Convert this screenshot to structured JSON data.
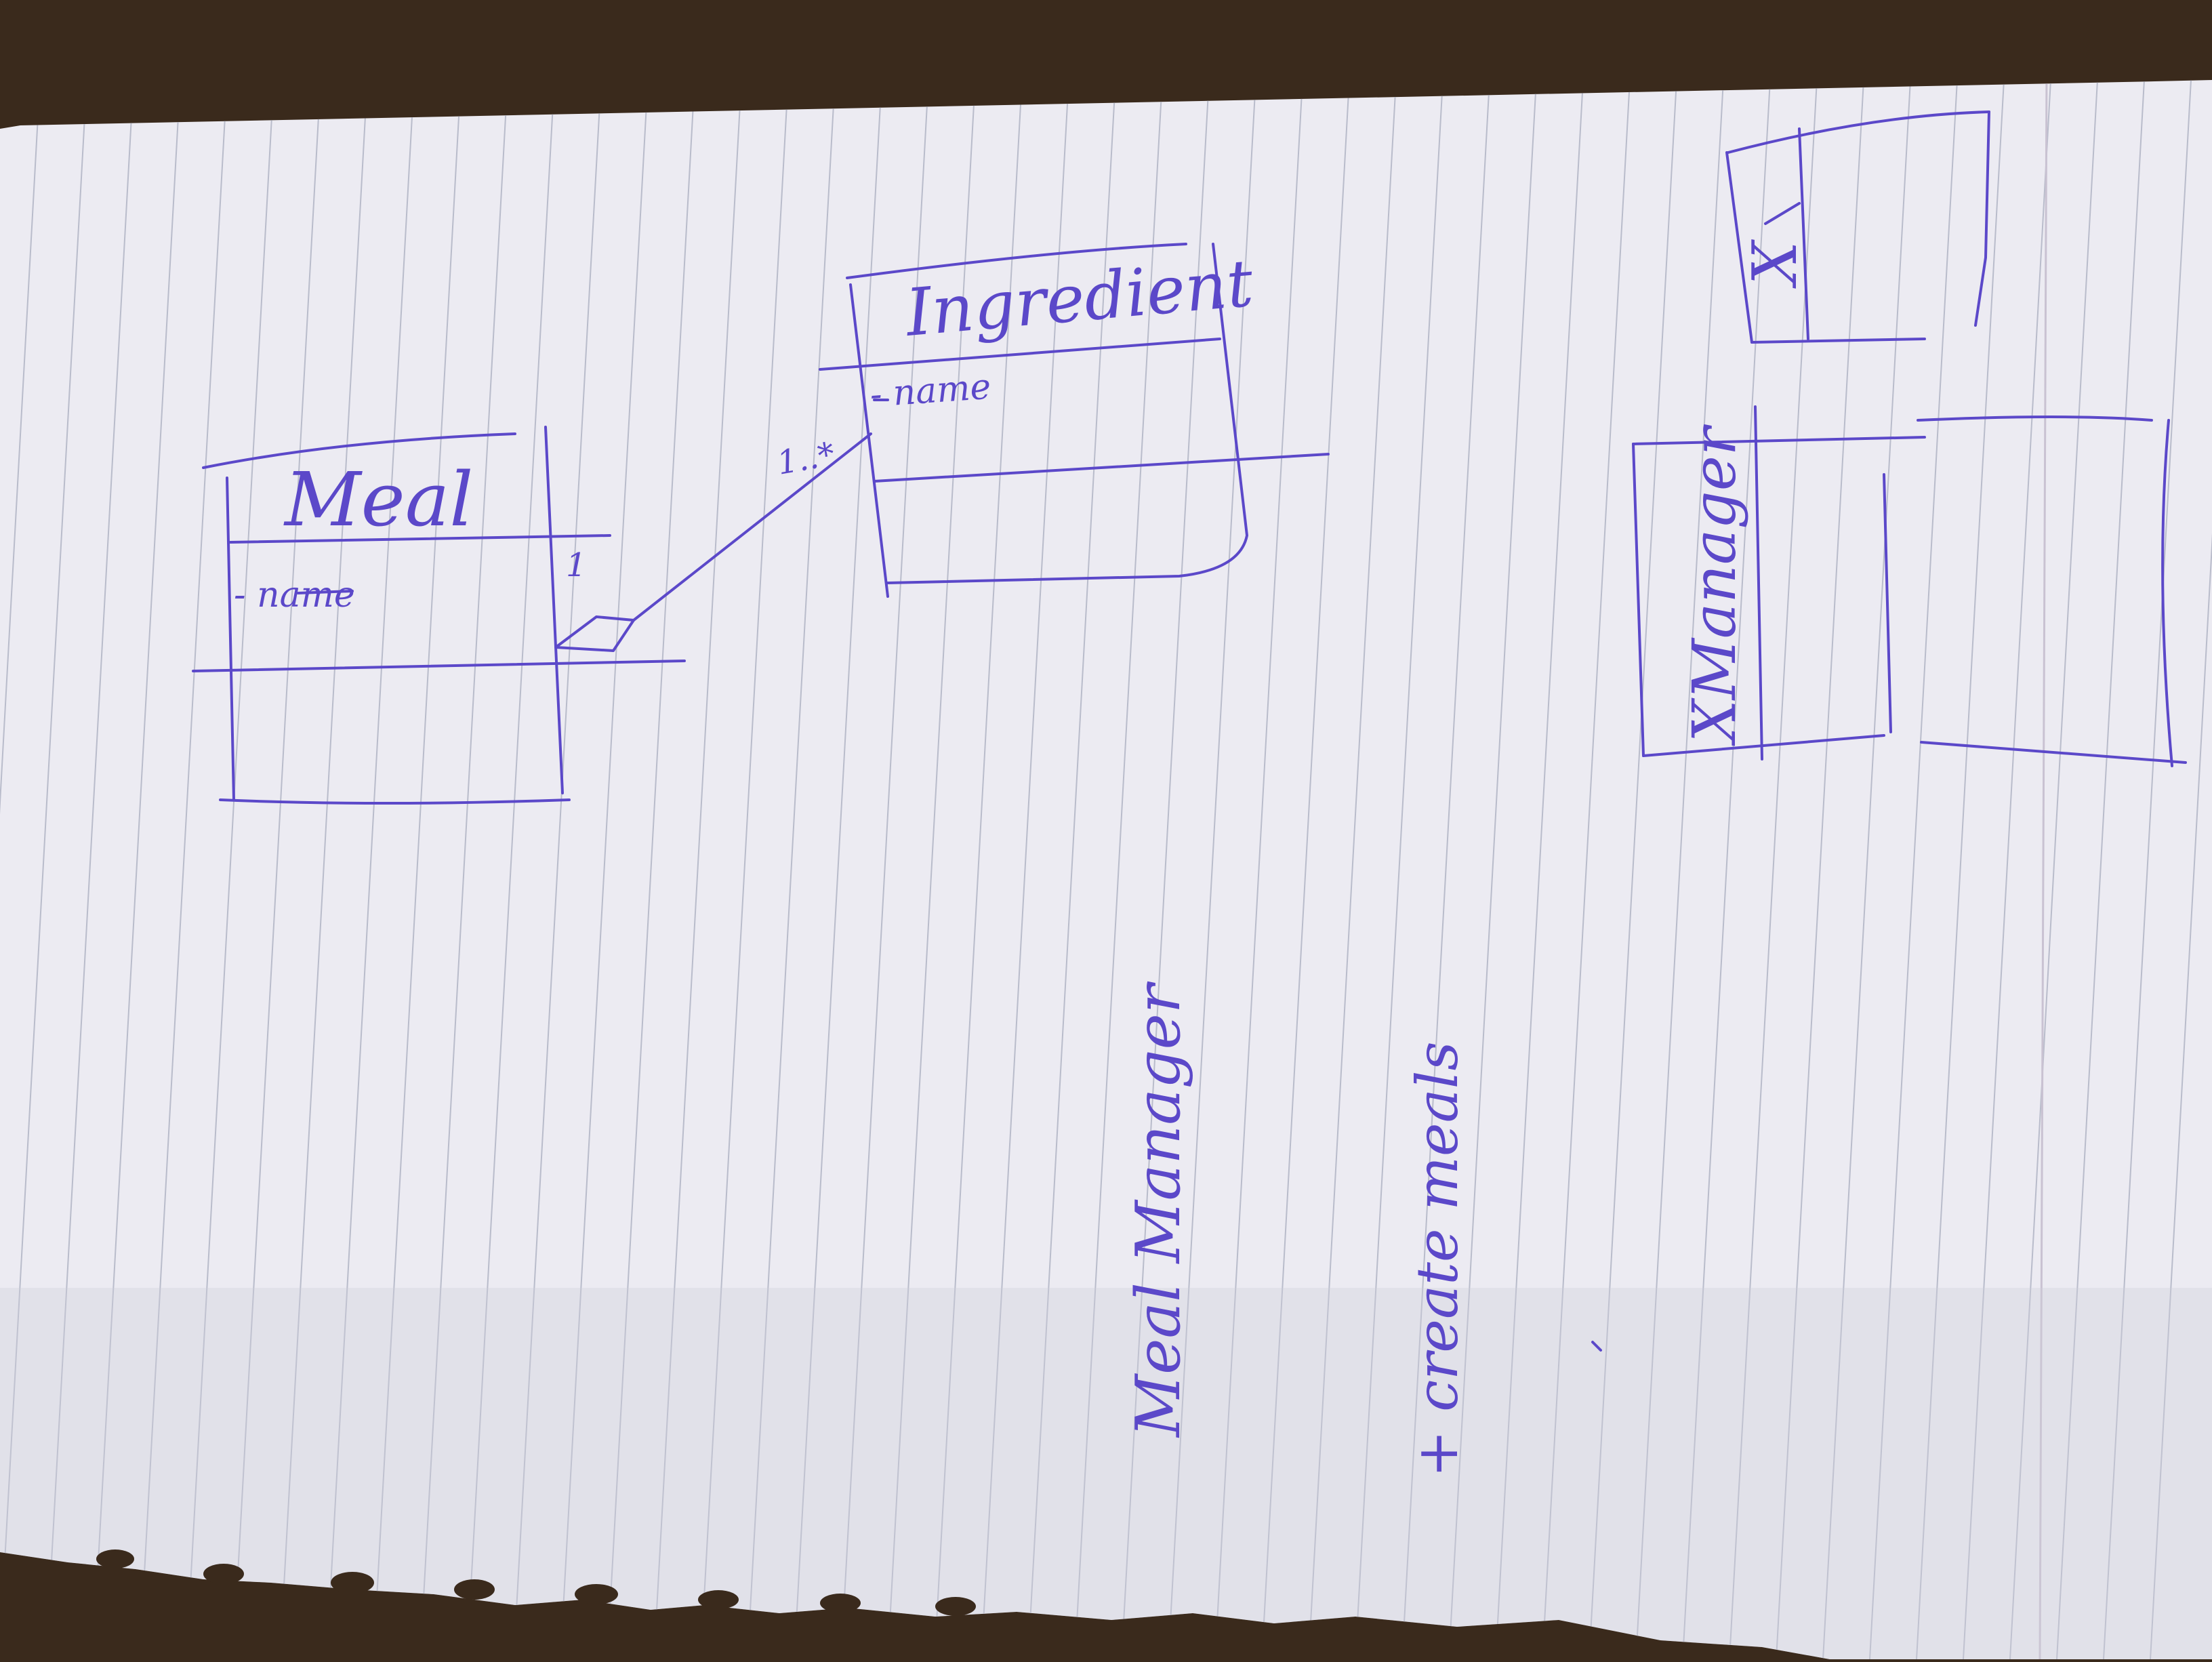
{
  "colors": {
    "table": "#3a2a1c",
    "paper": "#ecebf2",
    "paper_shadow": "#cfcdda",
    "rule_line": "#b9bccb",
    "margin_line": "#c9c2d2",
    "ink": "#5b48c9"
  },
  "diagram": {
    "meal_class": {
      "name": "Meal",
      "attribute": "- name"
    },
    "ingredient_class": {
      "name": "Ingredient",
      "attribute": "- name"
    },
    "association": {
      "meal_multiplicity": "1",
      "ingredient_multiplicity": "1..*"
    },
    "notes": {
      "manager": "Meal Manager",
      "operation": "+ create meals"
    },
    "x_class": {
      "name": "X"
    },
    "x_manager": {
      "name": "XManager"
    }
  }
}
